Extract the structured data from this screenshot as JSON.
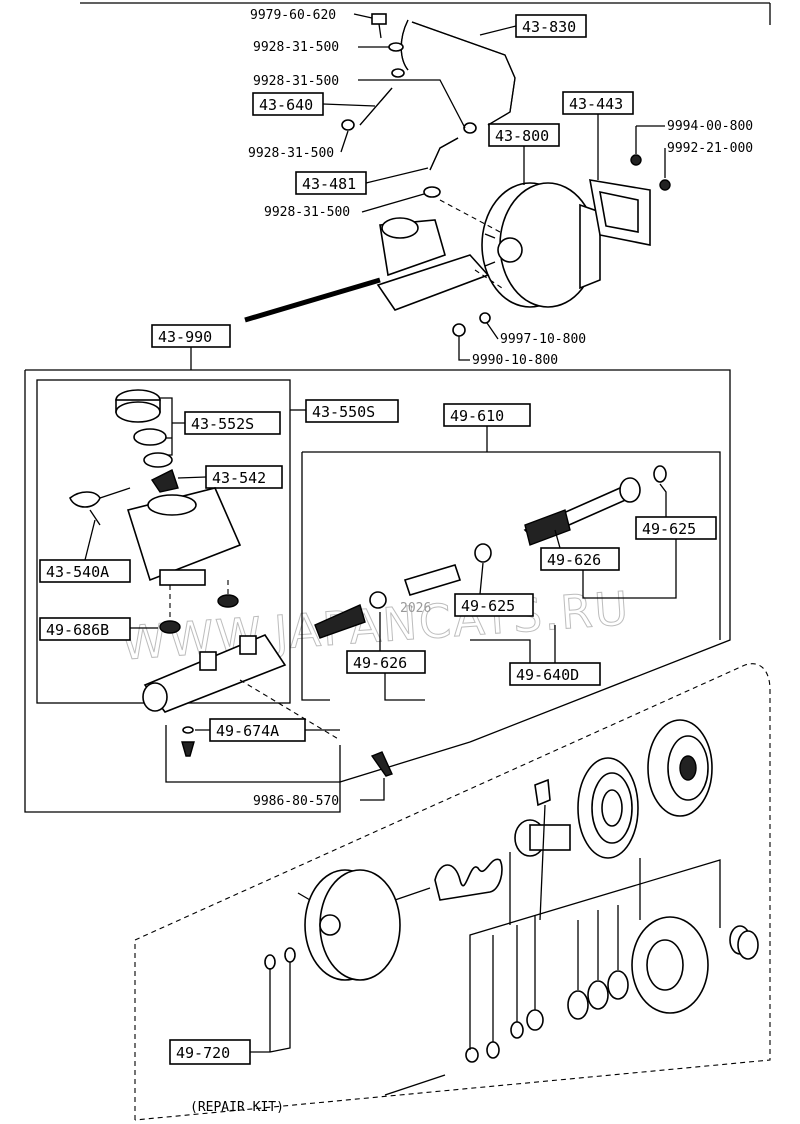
{
  "watermark": "WWW.JAPANCATS.RU",
  "year_mark": "2026",
  "repair_kit": "(REPAIR KIT)",
  "labels": {
    "p_43_830": "43-830",
    "p_43_640": "43-640",
    "p_43_443": "43-443",
    "p_43_800": "43-800",
    "p_43_481": "43-481",
    "p_43_990": "43-990",
    "p_43_550s": "43-550S",
    "p_43_552s": "43-552S",
    "p_43_542": "43-542",
    "p_43_540a": "43-540A",
    "p_49_686b": "49-686B",
    "p_49_674a": "49-674A",
    "p_49_610": "49-610",
    "p_49_625_a": "49-625",
    "p_49_626_a": "49-626",
    "p_49_625_b": "49-625",
    "p_49_626_b": "49-626",
    "p_49_640d": "49-640D",
    "p_49_720": "49-720"
  },
  "bolts": {
    "b_9979_60_620": "9979-60-620",
    "b_9928_31_500_1": "9928-31-500",
    "b_9928_31_500_2": "9928-31-500",
    "b_9928_31_500_3": "9928-31-500",
    "b_9928_31_500_4": "9928-31-500",
    "b_9994_00_800": "9994-00-800",
    "b_9992_21_000": "9992-21-000",
    "b_9997_10_800": "9997-10-800",
    "b_9990_10_800": "9990-10-800",
    "b_9986_80_570": "9986-80-570"
  }
}
